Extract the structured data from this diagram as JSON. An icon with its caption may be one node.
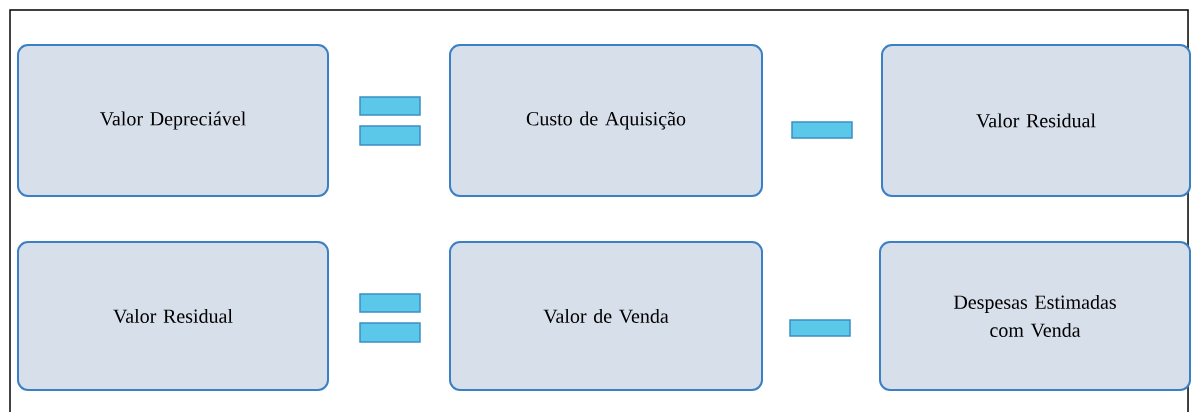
{
  "diagram": {
    "nodes": [
      {
        "text": [
          "Valor Depreciável"
        ]
      },
      {
        "text": [
          "Custo de Aquisição"
        ]
      },
      {
        "text": [
          "Valor Residual"
        ]
      },
      {
        "text": [
          "Valor Residual"
        ]
      },
      {
        "text": [
          "Valor de Venda"
        ]
      },
      {
        "text": [
          "Despesas Estimadas com Venda"
        ]
      }
    ]
  }
}
